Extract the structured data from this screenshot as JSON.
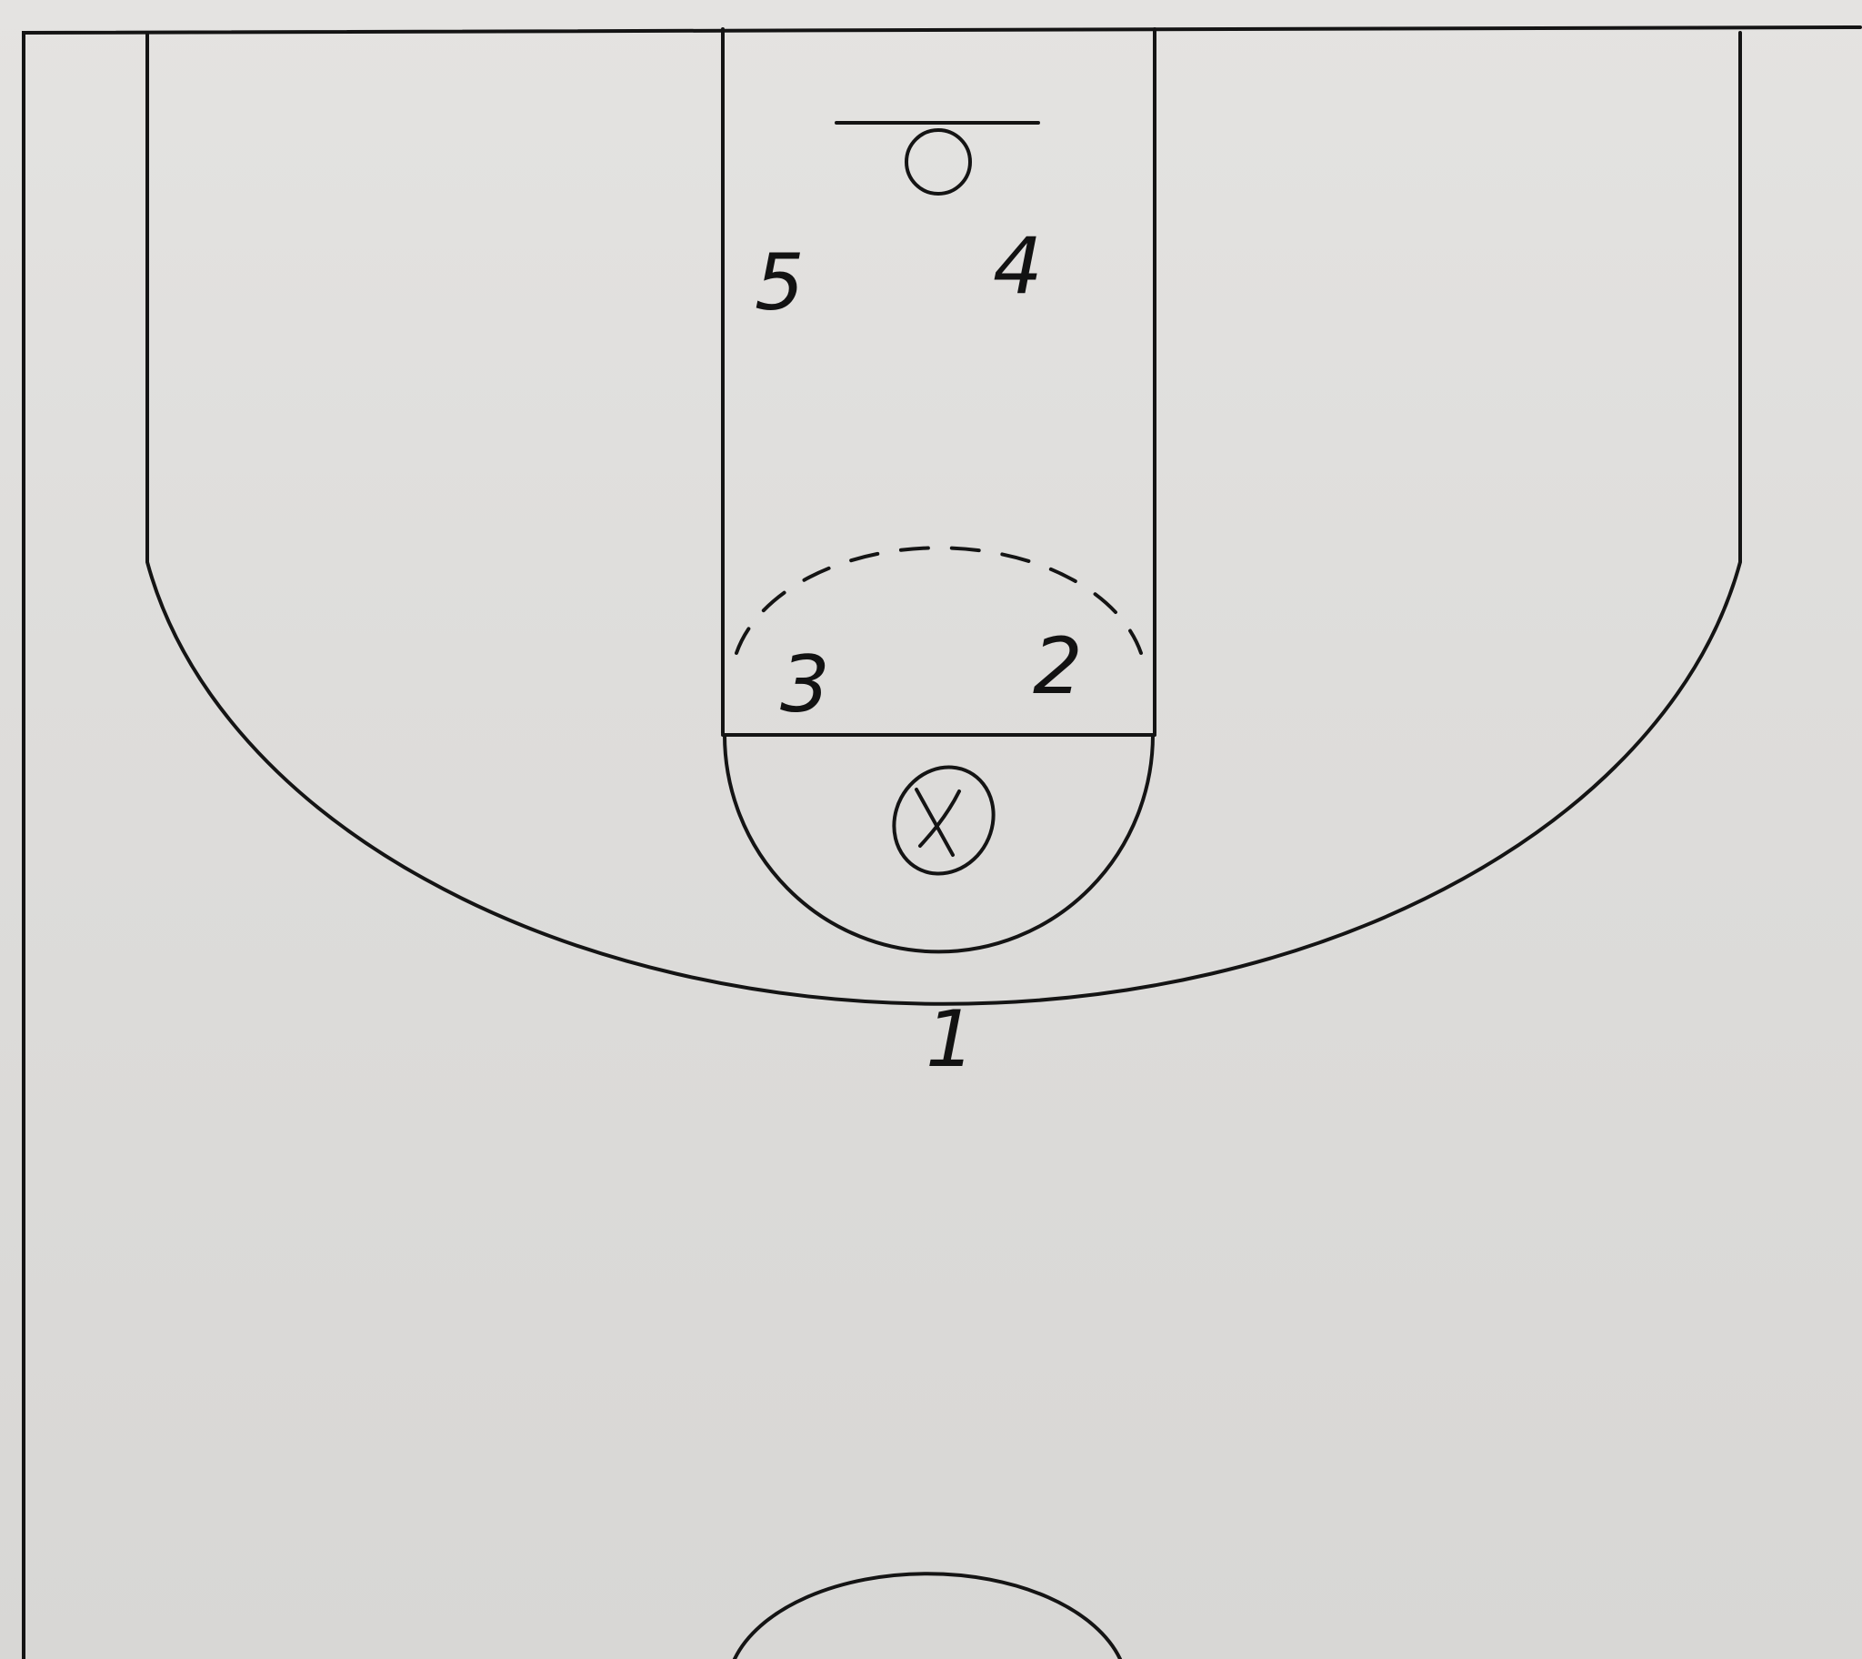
{
  "players": [
    {
      "id": "p1",
      "label": "1",
      "role": "point"
    },
    {
      "id": "p2",
      "label": "2",
      "role": "right-elbow"
    },
    {
      "id": "p3",
      "label": "3",
      "role": "left-elbow"
    },
    {
      "id": "p4",
      "label": "4",
      "role": "right-block"
    },
    {
      "id": "p5",
      "label": "5",
      "role": "left-block"
    }
  ],
  "ball_marker": "circled-x",
  "colors": {
    "ink": "#141414",
    "paper": "#e0dfdd"
  }
}
